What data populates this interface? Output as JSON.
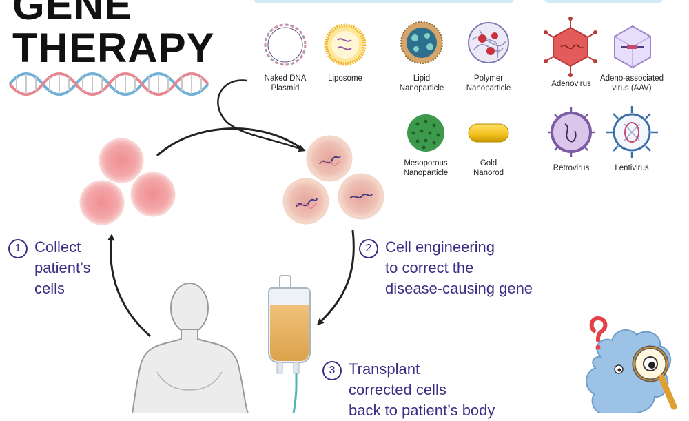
{
  "title": {
    "line1": "GENE",
    "line2": "THERAPY"
  },
  "vectors": {
    "naked_dna": "Naked DNA\nPlasmid",
    "liposome": "Liposome",
    "lipid_np": "Lipid\nNanoparticle",
    "polymer_np": "Polymer\nNanoparticle",
    "mesoporous_np": "Mesoporous\nNanoparticle",
    "gold_nanorod": "Gold\nNanorod",
    "adenovirus": "Adenovirus",
    "aav": "Adeno-associated\nvirus (AAV)",
    "retrovirus": "Retrovirus",
    "lentivirus": "Lentivirus"
  },
  "steps": [
    {
      "number": "1",
      "text": "Collect\npatient’s\ncells"
    },
    {
      "number": "2",
      "text": "Cell engineering\nto correct the\ndisease-causing gene"
    },
    {
      "number": "3",
      "text": "Transplant\ncorrected cells\nback to patient’s body"
    }
  ],
  "colors": {
    "accent": "#3a2f86",
    "cell_pink": "#f2a7a6",
    "bag_fluid": "#e8b25c",
    "virus_red": "#e45b5b",
    "virus_purple": "#7c5aa6",
    "mascot_blue": "#9cc3e6",
    "dna_blue": "#6fb0d8",
    "dna_pink": "#e6868f"
  },
  "icons": [
    "dna-helix-icon",
    "plasmid-icon",
    "liposome-icon",
    "lipid-nanoparticle-icon",
    "polymer-nanoparticle-icon",
    "mesoporous-nanoparticle-icon",
    "gold-nanorod-icon",
    "adenovirus-icon",
    "aav-icon",
    "retrovirus-icon",
    "lentivirus-icon",
    "iv-bag-icon",
    "human-body-icon",
    "magnifier-mascot-icon"
  ]
}
